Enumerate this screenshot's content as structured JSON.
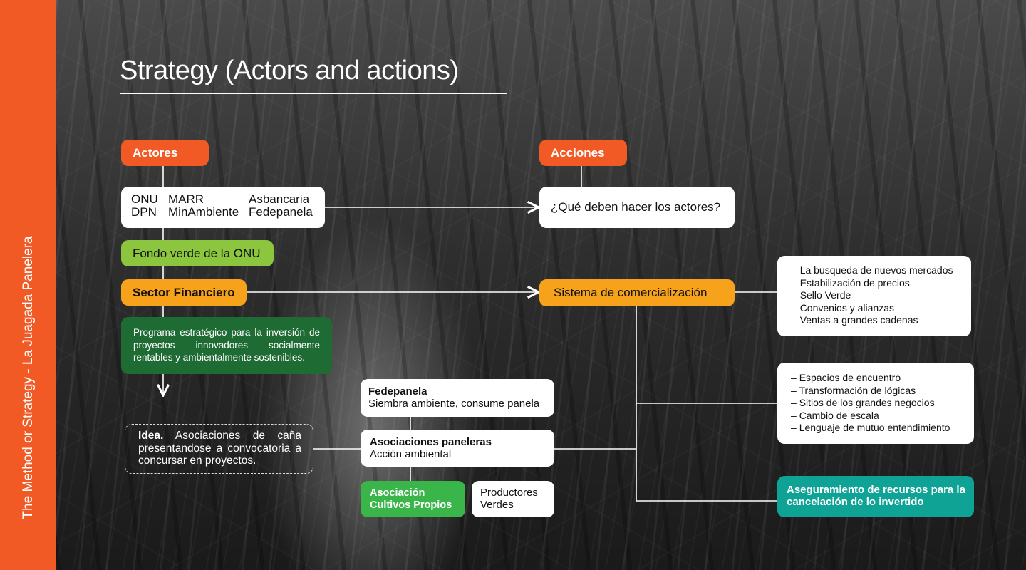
{
  "sidebar": {
    "label": "The Method or Strategy - La Juagada Panelera"
  },
  "title": "Strategy (Actors and actions)",
  "actors": {
    "header": "Actores",
    "list_row1": [
      "ONU",
      "MARR",
      "Asbancaria"
    ],
    "list_row2": [
      "DPN",
      "MinAmbiente",
      "Fedepanela"
    ],
    "fund": "Fondo verde de la ONU",
    "financial_sector": "Sector Financiero",
    "program": "Programa estratégico para la inversión de proyectos innovadores socialmente rentables y ambientalmente sostenibles."
  },
  "actions": {
    "header": "Acciones",
    "question": "¿Qué deben hacer los actores?",
    "commercialization": "Sistema de comercialización"
  },
  "idea": {
    "lead": "Idea.",
    "text": "Asociaciones de caña presentandose a convocatoria a concursar en proyectos."
  },
  "fedepanela": {
    "title": "Fedepanela",
    "subtitle": "Siembra ambiente, consume panela"
  },
  "asociaciones": {
    "title": "Asociaciones paneleras",
    "subtitle": "Acción ambiental"
  },
  "cultivos": {
    "label": "Asociación Cultivos Propios"
  },
  "productores": {
    "label": "Productores Verdes"
  },
  "markets_list": [
    "La busqueda de nuevos mercados",
    "Estabilización de precios",
    "Sello Verde",
    "Convenios y alianzas",
    "Ventas a grandes cadenas"
  ],
  "spaces_list": [
    "Espacios de encuentro",
    "Transformación de lógicas",
    "Sitios de los grandes negocios",
    "Cambio de escala",
    "Lenguaje de mutuo entendimiento"
  ],
  "resources": {
    "label": "Aseguramiento de recursos para la cancelación de lo invertido"
  },
  "colors": {
    "orange": "#f15a24",
    "amber": "#f7a21b",
    "lime": "#8cc63f",
    "dark_green": "#1e6b34",
    "green": "#39b54a",
    "teal": "#0fa396"
  }
}
